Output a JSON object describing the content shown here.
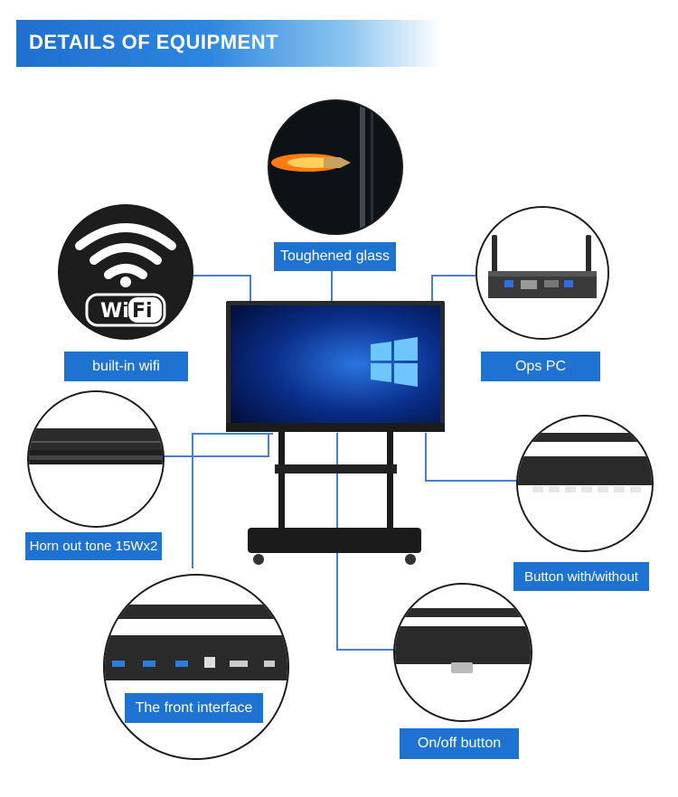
{
  "banner": {
    "title": "DETAILS OF EQUIPMENT"
  },
  "labels": {
    "toughened_glass": "Toughened glass",
    "wifi": "built-in wifi",
    "ops": "Ops PC",
    "horn": "Horn out tone 15Wx2",
    "button": "Button with/without",
    "front": "The front interface",
    "onoff": "On/off button"
  },
  "wifi_logo": {
    "wi": "Wi",
    "fi": "Fi"
  },
  "colors": {
    "accent": "#1e72d2",
    "banner_start": "#1f6fcf",
    "line": "#4a7ed0"
  }
}
